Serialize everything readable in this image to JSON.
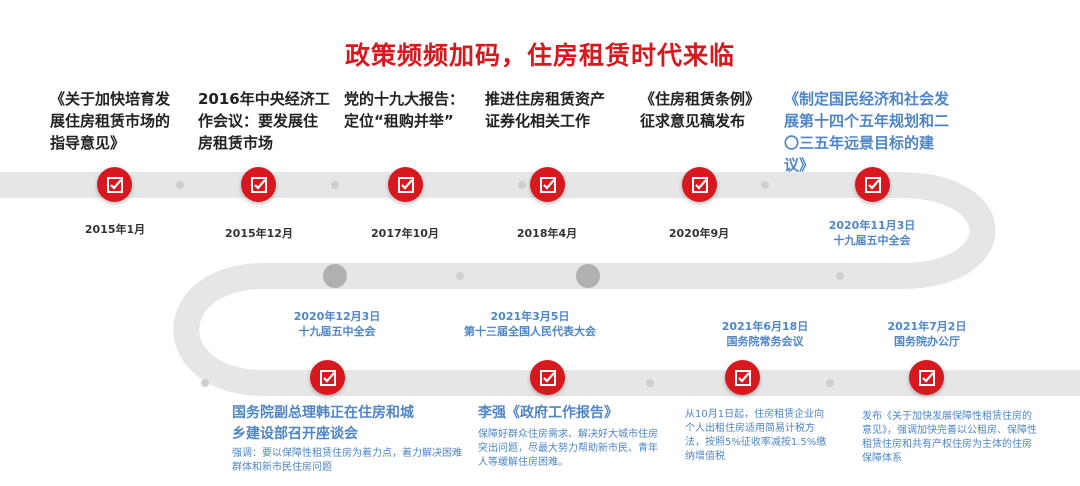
{
  "title": "政策频频加码，住房租赁时代来临",
  "upper_events": [
    {
      "label": "《关于加快培育发展住房租赁市场的指导意见》",
      "date": "2015年1月"
    },
    {
      "label": "2016年中央经济工作会议：要发展住房租赁市场",
      "date": "2015年12月"
    },
    {
      "label": "党的十九大报告：定位“租购并举”",
      "date": "2017年10月"
    },
    {
      "label": "推进住房租赁资产证券化相关工作",
      "date": "2018年4月"
    },
    {
      "label": "《住房租赁条例》征求意见稿发布",
      "date": "2020年9月"
    },
    {
      "label": "《制定国民经济和社会发展第十四个五年规划和二〇三五年远景目标的建议》",
      "date": "2020年11月3日",
      "meeting": "十九届五中全会"
    }
  ],
  "lower_events": [
    {
      "date": "2020年12月3日",
      "meeting": "十九届五中全会",
      "head": "国务院副总理韩正在住房和城乡建设部召开座谈会",
      "body": "强调：要以保障性租赁住房为着力点，着力解决困难群体和新市民住房问题"
    },
    {
      "date": "2021年3月5日",
      "meeting": "第十三届全国人民代表大会",
      "head": "李强《政府工作报告》",
      "body": "保障好群众住房需求、解决好大城市住房突出问题，尽最大努力帮助新市民、青年人等缓解住房困难。"
    },
    {
      "date": "2021年6月18日",
      "meeting": "国务院常务会议",
      "head": "",
      "body": "从10月1日起，住房租赁企业向个人出租住房适用简易计税方法，按照5%征收率减按1.5%缴纳增值税"
    },
    {
      "date": "2021年7月2日",
      "meeting": "国务院办公厅",
      "head": "",
      "body": "发布《关于加快发展保障性租赁住房的意见》，强调加快完善以公租房、保障性租赁住房和共有产权住房为主体的住房保障体系"
    }
  ],
  "colors": {
    "accent": "#d7191f",
    "blue_text": "#4f86c6",
    "road": "#e6e6e6"
  },
  "icon": "checkbox-icon"
}
